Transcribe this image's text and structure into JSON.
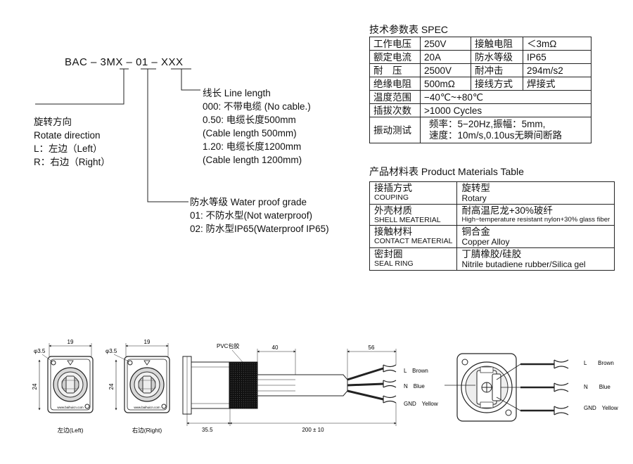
{
  "part_number": {
    "prefix": "BAC",
    "seg1": "3MX",
    "seg2": "01",
    "seg3": "XXX",
    "dash": "–"
  },
  "rotate": {
    "title_zh": "旋转方向",
    "title_en": "Rotate direction",
    "items": [
      "L：左边（Left）",
      "R：右边（Right）"
    ]
  },
  "line_length": {
    "title": "线长 Line length",
    "items": [
      "000: 不带电缆 (No cable.)",
      "0.50: 电缆长度500mm",
      "(Cable length 500mm)",
      "1.20: 电缆长度1200mm",
      "(Cable length 1200mm)"
    ]
  },
  "waterproof": {
    "title": "防水等级 Water proof grade",
    "items": [
      "01: 不防水型(Not waterproof)",
      "02: 防水型IP65(Waterproof IP65)"
    ]
  },
  "spec": {
    "title": "技术参数表 SPEC",
    "rows4": [
      [
        "工作电压",
        "250V",
        "接触电阻",
        "＜3mΩ"
      ],
      [
        "额定电流",
        "20A",
        "防水等级",
        "IP65"
      ],
      [
        "耐　压",
        "2500V",
        "耐冲击",
        "294m/s2"
      ],
      [
        "绝缘电阻",
        "500mΩ",
        "接线方式",
        "焊接式"
      ]
    ],
    "rows2": [
      [
        "温度范围",
        "−40℃~+80℃"
      ],
      [
        "插拔次数",
        ">1000 Cycles"
      ]
    ],
    "vibration_label": "振动测试",
    "vibration_lines": [
      "频率：5−20Hz,振幅：5mm,",
      "速度：10m/s,0.10us无瞬间断路"
    ]
  },
  "materials": {
    "title": "产品材料表 Product Materials Table",
    "rows": [
      {
        "zh": "接插方式",
        "en": "COUPING",
        "val_zh": "旋转型",
        "val_en": "Rotary"
      },
      {
        "zh": "外壳材质",
        "en": "SHELL MEATERIAL",
        "val_zh": "耐高温尼龙+30%玻纤",
        "val_en": "High−temperature resistant nylon+30% glass fiber"
      },
      {
        "zh": "接触材料",
        "en": "CONTACT MEATERIAL",
        "val_zh": "铜合金",
        "val_en": "Copper Alloy"
      },
      {
        "zh": "密封圈",
        "en": "SEAL RING",
        "val_zh": "丁腈橡胶/硅胶",
        "val_en": "Nitrile butadiene rubber/Silica gel"
      }
    ]
  },
  "drawing": {
    "left_caption": "左边(Left)",
    "right_caption": "右边(Right)",
    "dia": "φ3.5",
    "w19": "19",
    "h24": "24",
    "brand": "www.baihuicn.com",
    "pvc": "PVC包胶",
    "d40": "40",
    "d56": "56",
    "d355": "35.5",
    "d200": "200 ± 10",
    "wires": [
      "L　Brown",
      "N　Blue",
      "GND　Yellow"
    ],
    "wires_right": [
      "L　　Brown",
      "N　　Blue",
      "GND　Yellow"
    ]
  }
}
